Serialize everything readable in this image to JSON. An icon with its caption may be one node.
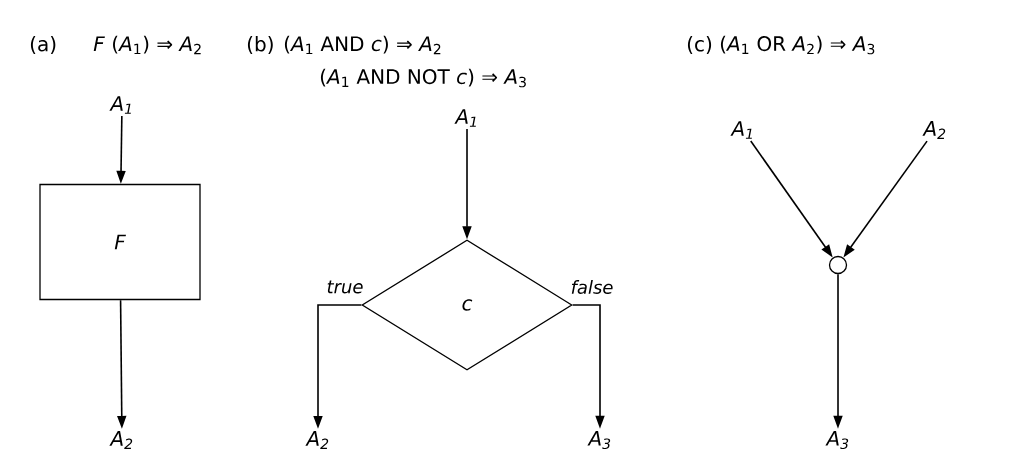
{
  "diagram": {
    "nodes": [
      {
        "text": [
          "A$_{1}$"
        ]
      },
      {
        "text": [
          "F"
        ]
      },
      {
        "text": [
          "A$_{2}$"
        ]
      },
      {
        "text": [
          "A$_{1}$"
        ]
      },
      {
        "text": [
          "c"
        ]
      },
      {
        "text": [
          "A$_{2}$"
        ]
      },
      {
        "text": [
          "A$_{3}$"
        ]
      },
      {
        "text": [
          "A$_{1}$"
        ]
      },
      {
        "text": [
          "A$_{2}$"
        ]
      },
      {
        "text": [],
        "shape": "circle"
      },
      {
        "text": [
          "A$_{3}$"
        ]
      }
    ],
    "edges": [
      {
        "from": 0,
        "to": 1,
        "arrow": "to"
      },
      {
        "from": 1,
        "to": 2,
        "arrow": "to"
      },
      {
        "from": 3,
        "to": 4,
        "arrow": "to"
      },
      {
        "from": 4,
        "to": 5,
        "arrow": "to",
        "label": "true"
      },
      {
        "from": 4,
        "to": 6,
        "arrow": "to",
        "label": "false"
      },
      {
        "from": 7,
        "to": 9,
        "arrow": "to"
      },
      {
        "from": 8,
        "to": 9,
        "arrow": "to"
      },
      {
        "from": 9,
        "to": 10,
        "arrow": "to"
      }
    ],
    "labels": [
      "(a)",
      "*F* (*A*$_{1}$) ⇒ *A*$_{2}$",
      "(b)",
      "(*A*$_{1}$ AND *c*) ⇒ *A*$_{2}$",
      "(*A*$_{1}$ AND NOT *c*) ⇒ *A*$_{3}$",
      "(c)",
      "(*A*$_{1}$ OR *A*$_{2}$) ⇒ *A*$_{3}$"
    ]
  }
}
